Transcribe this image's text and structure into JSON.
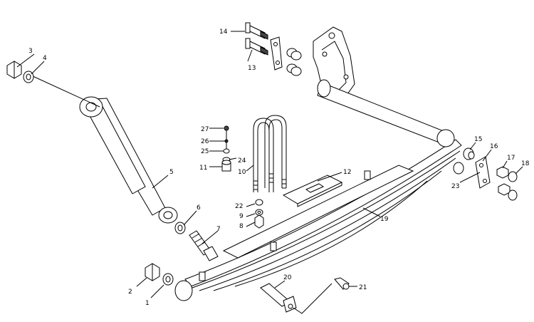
{
  "callouts": [
    {
      "id": "c1",
      "text": "1"
    },
    {
      "id": "c2",
      "text": "2"
    },
    {
      "id": "c3",
      "text": "3"
    },
    {
      "id": "c4",
      "text": "4"
    },
    {
      "id": "c5",
      "text": "5"
    },
    {
      "id": "c6",
      "text": "6"
    },
    {
      "id": "c7",
      "text": "7"
    },
    {
      "id": "c8",
      "text": "8"
    },
    {
      "id": "c9",
      "text": "9"
    },
    {
      "id": "c10",
      "text": "10"
    },
    {
      "id": "c11",
      "text": "11"
    },
    {
      "id": "c12",
      "text": "12"
    },
    {
      "id": "c13",
      "text": "13"
    },
    {
      "id": "c14",
      "text": "14"
    },
    {
      "id": "c15",
      "text": "15"
    },
    {
      "id": "c16",
      "text": "16"
    },
    {
      "id": "c17",
      "text": "17"
    },
    {
      "id": "c18",
      "text": "18"
    },
    {
      "id": "c19",
      "text": "19"
    },
    {
      "id": "c20",
      "text": "20"
    },
    {
      "id": "c21",
      "text": "21"
    },
    {
      "id": "c22",
      "text": "22"
    },
    {
      "id": "c23",
      "text": "23"
    },
    {
      "id": "c24",
      "text": "24"
    },
    {
      "id": "c25",
      "text": "25"
    },
    {
      "id": "c26",
      "text": "26"
    },
    {
      "id": "c27",
      "text": "27"
    }
  ]
}
